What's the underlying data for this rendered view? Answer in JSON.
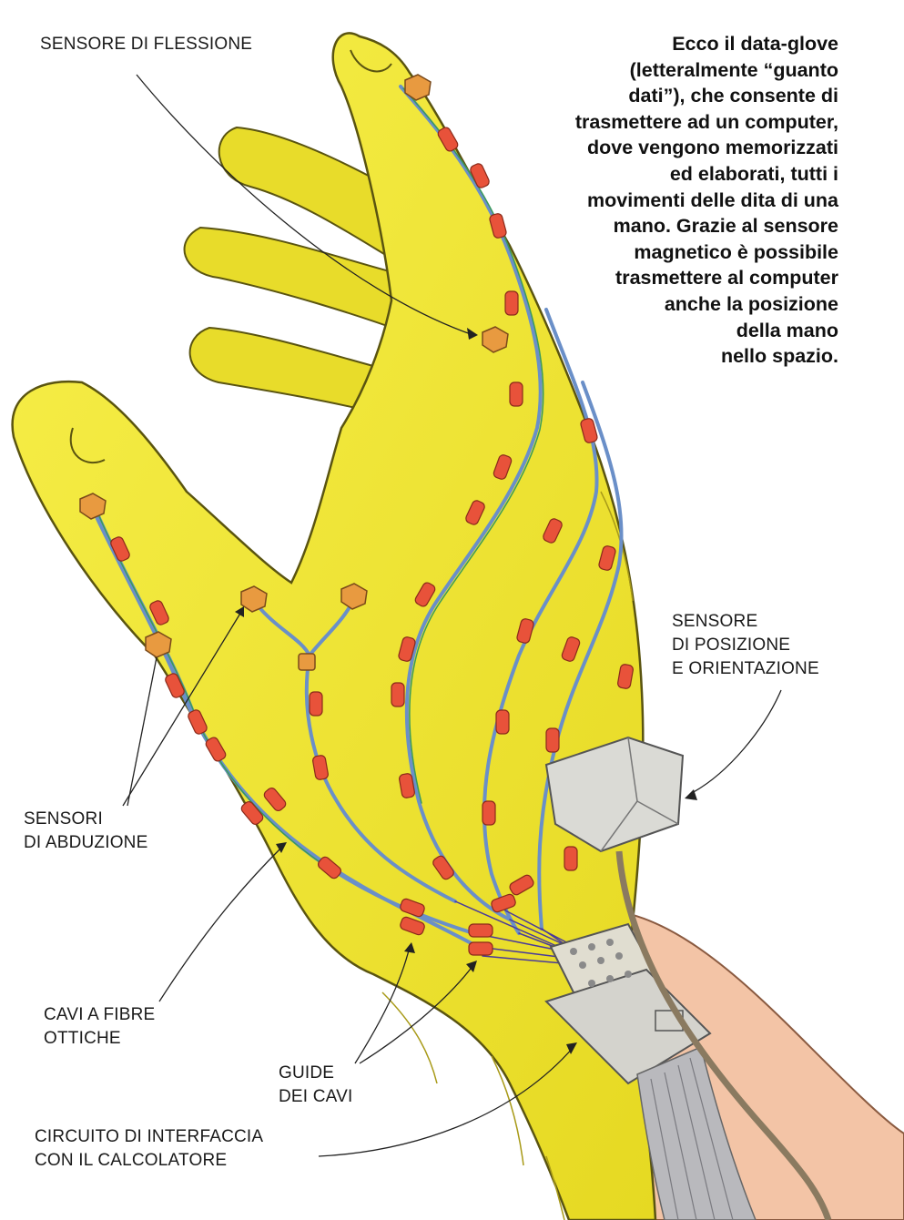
{
  "caption": {
    "lines": [
      "Ecco il data-glove",
      "(letteralmente “guanto",
      "dati”), che consente di",
      "trasmettere ad un computer,",
      "dove vengono memorizzati",
      "ed elaborati, tutti i",
      "movimenti delle dita di una",
      "mano. Grazie al sensore",
      "magnetico è possibile",
      "trasmettere al computer",
      "anche la posizione",
      "della mano",
      "nello spazio."
    ]
  },
  "labels": {
    "flex_sensor": "SENSORE DI FLESSIONE",
    "position_sensor": "SENSORE\nDI POSIZIONE\nE ORIENTAZIONE",
    "abduction_sensors": "SENSORI\nDI ABDUZIONE",
    "optical_cables": "CAVI A FIBRE\nOTTICHE",
    "cable_guides": "GUIDE\nDEI CAVI",
    "interface_circuit": "CIRCUITO DI INTERFACCIA\nCON IL CALCOLATORE"
  },
  "colors": {
    "glove": "#f2ea2a",
    "glove_shadow": "#cfc21c",
    "glove_outline": "#5a5410",
    "cable": "#6a8fc8",
    "guide": "#e8523a",
    "sensor": "#e89a40",
    "device": "#d9d9d6",
    "skin": "#f3c4a6",
    "wire": "#8a7a60"
  }
}
